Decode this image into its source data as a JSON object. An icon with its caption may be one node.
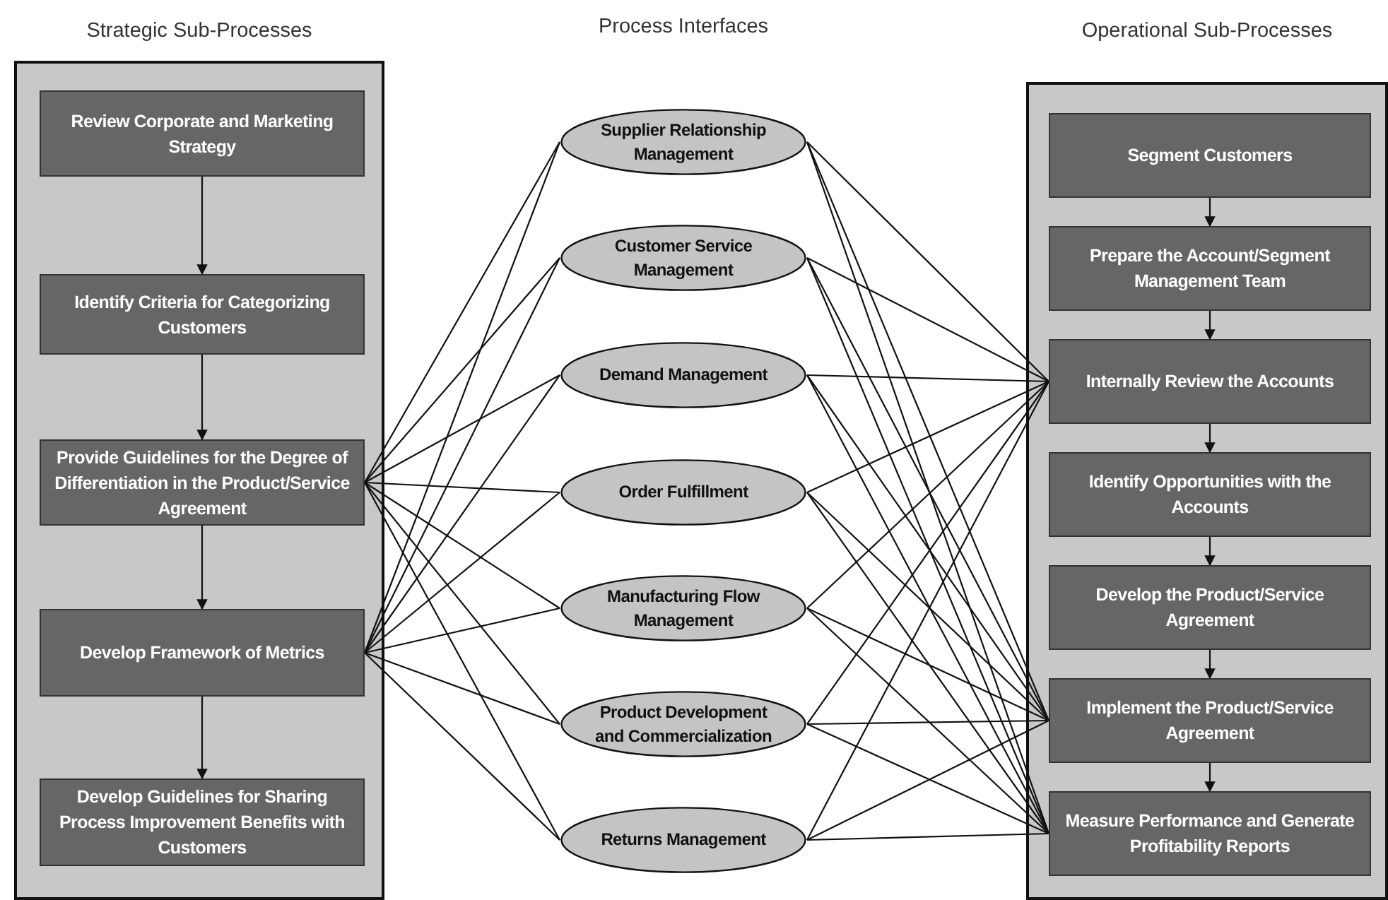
{
  "diagram": {
    "nodes": [
      {
        "text": [
          "Strategic Sub-Processes"
        ]
      },
      {
        "text": [
          "Review Corporate and Marketing Strategy"
        ],
        "in": 0
      },
      {
        "text": [
          "Identify Criteria for Categorizing Customers"
        ],
        "in": 0
      },
      {
        "text": [
          "Provide Guidelines for the Degree of Differentiation in the Product/Service Agreement"
        ],
        "in": 0
      },
      {
        "text": [
          "Develop Framework of Metrics"
        ],
        "in": 0
      },
      {
        "text": [
          "Develop Guidelines for Sharing Process Improvement Benefits with Customers"
        ],
        "in": 0
      },
      {
        "text": [
          "Supplier Relationship Management"
        ]
      },
      {
        "text": [
          "Customer Service Management"
        ]
      },
      {
        "text": [
          "Demand Management"
        ]
      },
      {
        "text": [
          "Order Fulfillment"
        ]
      },
      {
        "text": [
          "Manufacturing Flow Management"
        ]
      },
      {
        "text": [
          "Product Development and Commercialization"
        ]
      },
      {
        "text": [
          "Returns Management"
        ]
      },
      {
        "text": [
          "Operational Sub-Processes"
        ]
      },
      {
        "text": [
          "Segment Customers"
        ],
        "in": 13
      },
      {
        "text": [
          "Prepare the Account/Segment Management Team"
        ],
        "in": 13
      },
      {
        "text": [
          "Internally Review the Accounts"
        ],
        "in": 13
      },
      {
        "text": [
          "Identify Opportunities with the Accounts"
        ],
        "in": 13
      },
      {
        "text": [
          "Develop the Product/Service Agreement"
        ],
        "in": 13
      },
      {
        "text": [
          "Implement the Product/Service Agreement"
        ],
        "in": 13
      },
      {
        "text": [
          "Measure Performance and Generate Profitability Reports"
        ],
        "in": 13
      }
    ],
    "edges": [
      {
        "from": 1,
        "to": 2,
        "arrow": "to"
      },
      {
        "from": 2,
        "to": 3,
        "arrow": "to"
      },
      {
        "from": 3,
        "to": 4,
        "arrow": "to"
      },
      {
        "from": 4,
        "to": 5,
        "arrow": "to"
      },
      {
        "from": 14,
        "to": 15,
        "arrow": "to"
      },
      {
        "from": 15,
        "to": 16,
        "arrow": "to"
      },
      {
        "from": 16,
        "to": 17,
        "arrow": "to"
      },
      {
        "from": 17,
        "to": 18,
        "arrow": "to"
      },
      {
        "from": 18,
        "to": 19,
        "arrow": "to"
      },
      {
        "from": 19,
        "to": 20,
        "arrow": "to"
      },
      {
        "from": 3,
        "to": 6,
        "arrow": "none"
      },
      {
        "from": 4,
        "to": 6,
        "arrow": "none"
      },
      {
        "from": 6,
        "to": 16,
        "arrow": "none"
      },
      {
        "from": 6,
        "to": 19,
        "arrow": "none"
      },
      {
        "from": 6,
        "to": 20,
        "arrow": "none"
      },
      {
        "from": 3,
        "to": 7,
        "arrow": "none"
      },
      {
        "from": 4,
        "to": 7,
        "arrow": "none"
      },
      {
        "from": 7,
        "to": 16,
        "arrow": "none"
      },
      {
        "from": 7,
        "to": 19,
        "arrow": "none"
      },
      {
        "from": 7,
        "to": 20,
        "arrow": "none"
      },
      {
        "from": 3,
        "to": 8,
        "arrow": "none"
      },
      {
        "from": 4,
        "to": 8,
        "arrow": "none"
      },
      {
        "from": 8,
        "to": 16,
        "arrow": "none"
      },
      {
        "from": 8,
        "to": 19,
        "arrow": "none"
      },
      {
        "from": 8,
        "to": 20,
        "arrow": "none"
      },
      {
        "from": 3,
        "to": 9,
        "arrow": "none"
      },
      {
        "from": 4,
        "to": 9,
        "arrow": "none"
      },
      {
        "from": 9,
        "to": 16,
        "arrow": "none"
      },
      {
        "from": 9,
        "to": 19,
        "arrow": "none"
      },
      {
        "from": 9,
        "to": 20,
        "arrow": "none"
      },
      {
        "from": 3,
        "to": 10,
        "arrow": "none"
      },
      {
        "from": 4,
        "to": 10,
        "arrow": "none"
      },
      {
        "from": 10,
        "to": 16,
        "arrow": "none"
      },
      {
        "from": 10,
        "to": 19,
        "arrow": "none"
      },
      {
        "from": 10,
        "to": 20,
        "arrow": "none"
      },
      {
        "from": 3,
        "to": 11,
        "arrow": "none"
      },
      {
        "from": 4,
        "to": 11,
        "arrow": "none"
      },
      {
        "from": 11,
        "to": 16,
        "arrow": "none"
      },
      {
        "from": 11,
        "to": 19,
        "arrow": "none"
      },
      {
        "from": 11,
        "to": 20,
        "arrow": "none"
      },
      {
        "from": 3,
        "to": 12,
        "arrow": "none"
      },
      {
        "from": 4,
        "to": 12,
        "arrow": "none"
      },
      {
        "from": 12,
        "to": 16,
        "arrow": "none"
      },
      {
        "from": 12,
        "to": 19,
        "arrow": "none"
      },
      {
        "from": 12,
        "to": 20,
        "arrow": "none"
      }
    ],
    "labels": [
      "Process Interfaces"
    ]
  }
}
